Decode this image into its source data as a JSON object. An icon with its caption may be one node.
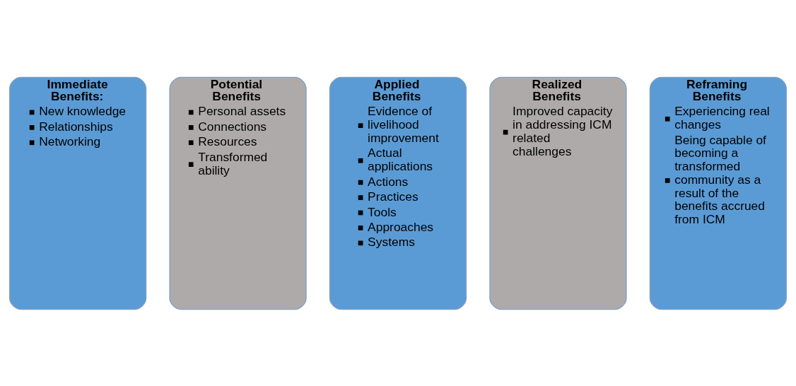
{
  "diagram": {
    "nodes": [
      {
        "text": [
          "Immediate Benefits:",
          "New knowledge",
          "Relationships",
          "Networking"
        ]
      },
      {
        "text": [
          "Potential Benefits",
          "Personal assets",
          "Connections",
          "Resources",
          "Transformed ability"
        ]
      },
      {
        "text": [
          "Applied Benefits",
          "Evidence of livelihood improvement",
          "Actual applications",
          "Actions",
          "Practices",
          "Tools",
          "Approaches",
          "Systems"
        ]
      },
      {
        "text": [
          "Realized Benefits",
          "Improved capacity in addressing ICM related challenges"
        ]
      },
      {
        "text": [
          "Reframing Benefits",
          "Experiencing real changes",
          "Being capable of becoming a transformed community as a result of the benefits accrued from ICM"
        ]
      }
    ],
    "edges": []
  }
}
